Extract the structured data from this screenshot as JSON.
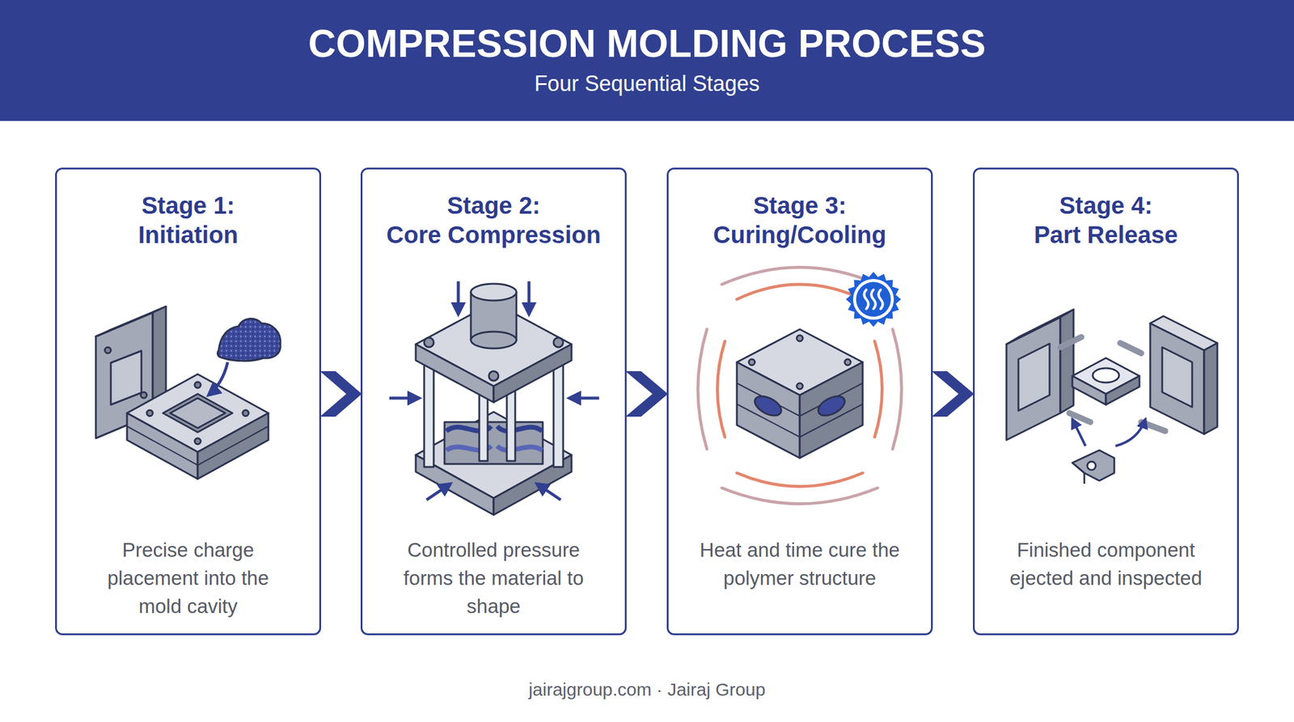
{
  "diagram": {
    "title": "COMPRESSION MOLDING PROCESS",
    "nodes": [
      {
        "text": [
          "Stage 1: Initiation",
          "Precise charge placement into the mold cavity"
        ]
      },
      {
        "text": [
          "Stage 2: Core Compression",
          "Controlled pressure forms the material to shape"
        ]
      },
      {
        "text": [
          "Stage 3: Curing/Cooling",
          "Heat and time cure the polymer structure"
        ]
      },
      {
        "text": [
          "Stage 4: Part Release",
          "Finished component ejected and inspected"
        ]
      }
    ],
    "edges": [
      {
        "from": 0,
        "to": 1,
        "arrow": "to"
      },
      {
        "from": 1,
        "to": 2,
        "arrow": "to"
      },
      {
        "from": 2,
        "to": 3,
        "arrow": "to"
      }
    ],
    "labels": [
      "Four Sequential Stages",
      "jairajgroup.com · Jairaj Group"
    ]
  }
}
